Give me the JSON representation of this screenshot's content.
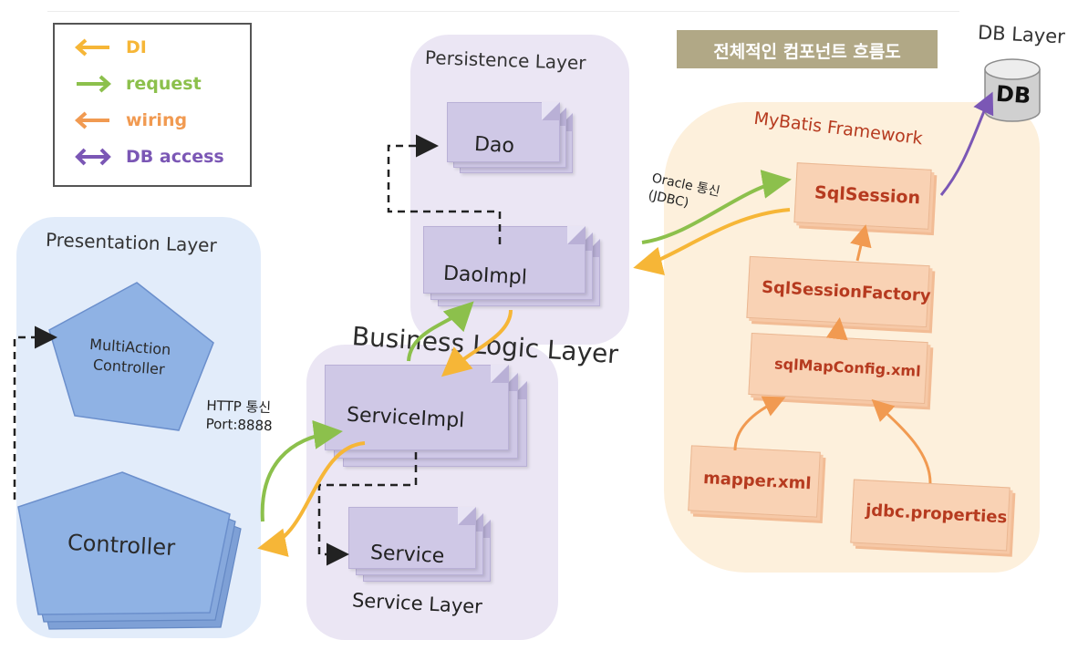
{
  "legend": {
    "items": [
      {
        "label": "DI",
        "color": "#f6b637"
      },
      {
        "label": "request",
        "color": "#8cc04c"
      },
      {
        "label": "wiring",
        "color": "#f19a51"
      },
      {
        "label": "DB access",
        "color": "#7b57b5"
      }
    ]
  },
  "banner": "전체적인 컴포넌트 흐름도",
  "db_layer": {
    "title": "DB Layer",
    "db": "DB"
  },
  "persistence": {
    "title": "Persistence Layer",
    "dao": "Dao",
    "daoimpl": "DaoImpl"
  },
  "business": {
    "title": "Business Logic Layer"
  },
  "service_layer": {
    "title": "Service Layer",
    "serviceimpl": "ServiceImpl",
    "service": "Service"
  },
  "presentation": {
    "title": "Presentation Layer",
    "multiaction_line1": "MultiAction",
    "multiaction_line2": "Controller",
    "controller": "Controller"
  },
  "http_note": {
    "line1": "HTTP 통신",
    "line2": "Port:8888"
  },
  "oracle_note": {
    "line1": "Oracle 통신",
    "line2": "(JDBC)"
  },
  "mybatis": {
    "title": "MyBatis Framework",
    "sqlsession": "SqlSession",
    "factory": "SqlSessionFactory",
    "config": "sqlMapConfig.xml",
    "mapper": "mapper.xml",
    "jdbc": "jdbc.properties"
  },
  "colors": {
    "di": "#f6b637",
    "request": "#8cc04c",
    "wiring": "#f19a51",
    "db_access": "#7b57b5",
    "presentation_bg": "#e2ecfa",
    "persistence_bg": "#ebe6f4",
    "mybatis_bg": "#fdf0dc",
    "banner_bg": "#b1a886"
  }
}
